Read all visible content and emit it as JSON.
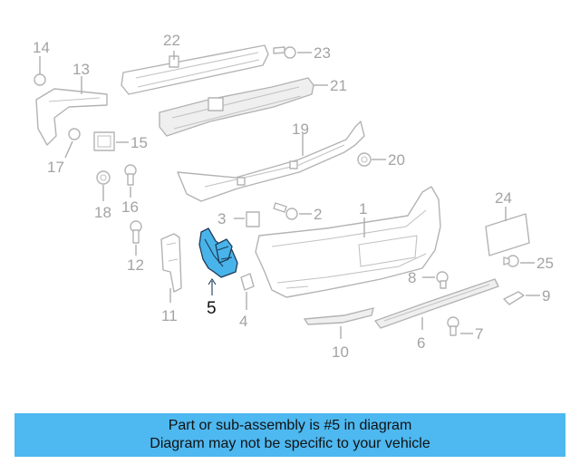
{
  "callouts": {
    "c1": "1",
    "c2": "2",
    "c3": "3",
    "c4": "4",
    "c5": "5",
    "c6": "6",
    "c7": "7",
    "c8": "8",
    "c9": "9",
    "c10": "10",
    "c11": "11",
    "c12": "12",
    "c13": "13",
    "c14": "14",
    "c15": "15",
    "c16": "16",
    "c17": "17",
    "c18": "18",
    "c19": "19",
    "c20": "20",
    "c21": "21",
    "c22": "22",
    "c23": "23",
    "c24": "24",
    "c25": "25"
  },
  "highlighted_part": "5",
  "colors": {
    "highlight": "#49b4ea",
    "banner": "#4eb8f0",
    "linework": "#b3b3b3"
  },
  "banner": {
    "line1": "Part or sub-assembly is #5 in diagram",
    "line2": "Diagram may not be specific to your vehicle"
  }
}
